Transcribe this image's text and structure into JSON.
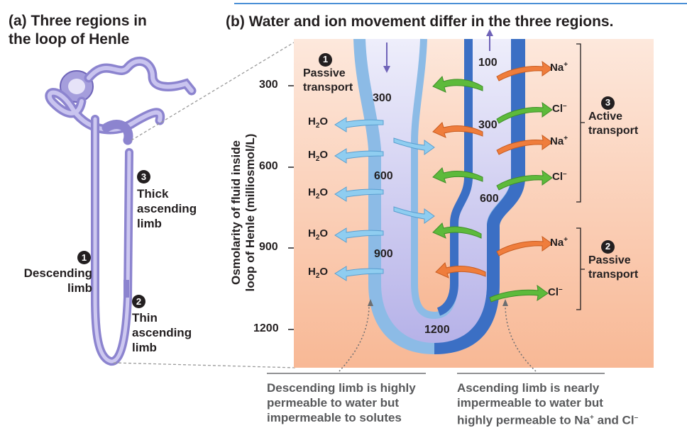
{
  "panel_a": {
    "title_line1": "(a) Three regions in",
    "title_line2": "the loop of Henle",
    "thick": {
      "num": "3",
      "line1": "Thick",
      "line2": "ascending",
      "line3": "limb"
    },
    "desc": {
      "num": "1",
      "line1": "Descending",
      "line2": "limb"
    },
    "thin": {
      "num": "2",
      "line1": "Thin",
      "line2": "ascending",
      "line3": "limb"
    }
  },
  "panel_b": {
    "title": "(b) Water and ion movement differ in the three regions.",
    "yaxis_line1": "Osmolarity of fluid inside",
    "yaxis_line2": "loop of Henle (milliosmol/L)",
    "ticks": [
      "300",
      "600",
      "900",
      "1200"
    ],
    "passive1": {
      "num": "1",
      "line1": "Passive",
      "line2": "transport"
    },
    "active3": {
      "num": "3",
      "line1": "Active",
      "line2": "transport"
    },
    "passive2": {
      "num": "2",
      "line1": "Passive",
      "line2": "transport"
    },
    "inner_values": {
      "desc_300": "300",
      "desc_600": "600",
      "desc_900": "900",
      "bottom_1200": "1200",
      "asc_100": "100",
      "asc_300": "300",
      "asc_600": "600"
    },
    "water": {
      "h": "H",
      "sub": "2",
      "o": "O"
    },
    "ions": {
      "na": "Na",
      "na_charge": "+",
      "cl": "Cl",
      "cl_charge": "–"
    },
    "caption_left": [
      "Descending limb is highly",
      "permeable to water but",
      "impermeable to solutes"
    ],
    "caption_right_1": "Ascending limb is nearly",
    "caption_right_2": "impermeable to water but",
    "caption_right_3a": "highly permeable to Na",
    "caption_right_3b": " and Cl",
    "colors": {
      "background_top": "#fde6d9",
      "background_bottom": "#f9bd9c",
      "thick_wall": "#3b6fc4",
      "thin_wall": "#8cbbe6",
      "lumen": "#cbc9f0",
      "water_arrow": "#8fcdf0",
      "na_arrow": "#ef7d3c",
      "cl_arrow": "#5dba3b"
    }
  }
}
